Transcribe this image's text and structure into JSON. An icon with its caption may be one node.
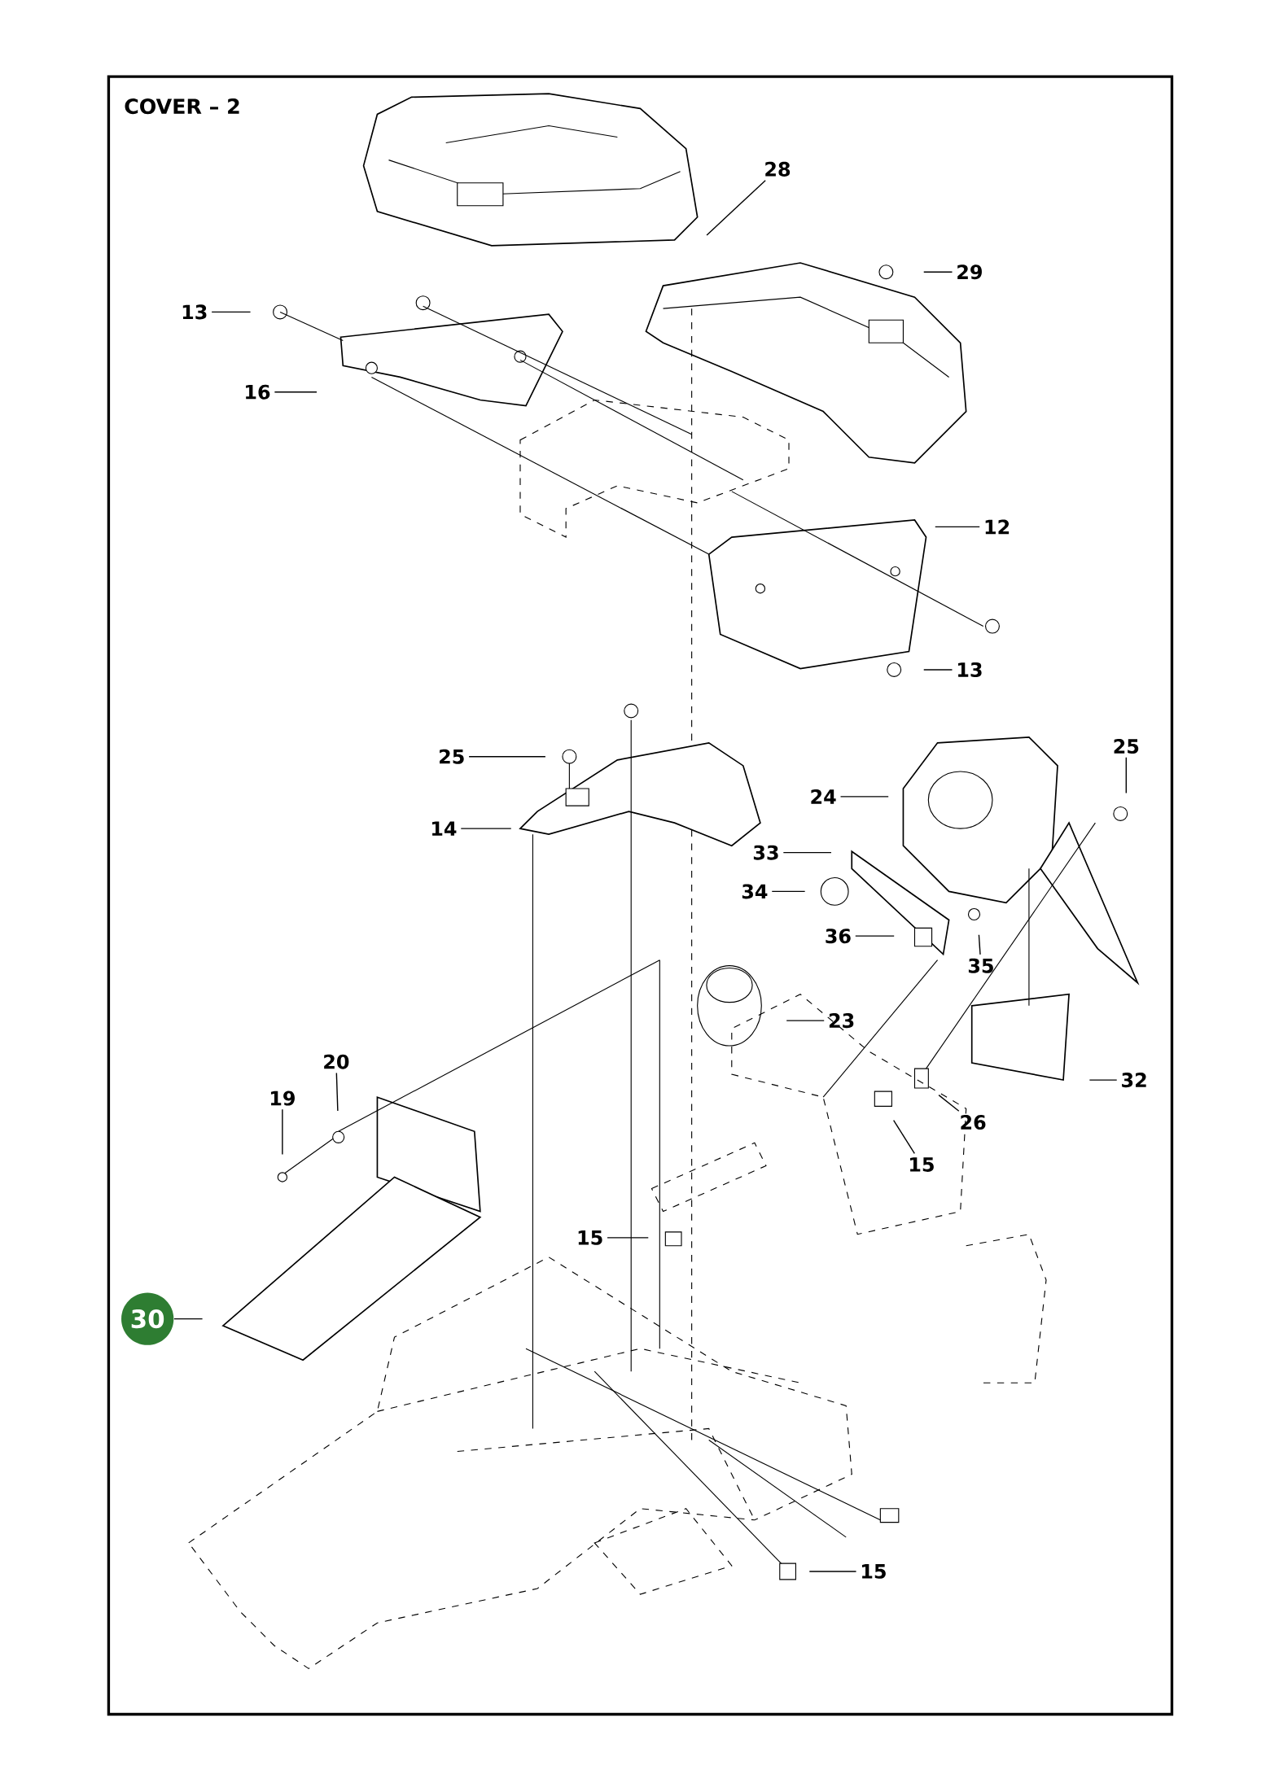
{
  "diagram": {
    "title": "COVER – 2",
    "nodes": [
      {
        "text": [
          "28"
        ]
      },
      {
        "text": [
          "29"
        ]
      },
      {
        "text": [
          "13"
        ]
      },
      {
        "text": [
          "16"
        ]
      },
      {
        "text": [
          "12"
        ]
      },
      {
        "text": [
          "13"
        ]
      },
      {
        "text": [
          "25"
        ]
      },
      {
        "text": [
          "25"
        ]
      },
      {
        "text": [
          "24"
        ]
      },
      {
        "text": [
          "14"
        ]
      },
      {
        "text": [
          "33"
        ]
      },
      {
        "text": [
          "34"
        ]
      },
      {
        "text": [
          "36"
        ]
      },
      {
        "text": [
          "35"
        ]
      },
      {
        "text": [
          "23"
        ]
      },
      {
        "text": [
          "20"
        ]
      },
      {
        "text": [
          "32"
        ]
      },
      {
        "text": [
          "19"
        ]
      },
      {
        "text": [
          "26"
        ]
      },
      {
        "text": [
          "15"
        ]
      },
      {
        "text": [
          "15"
        ]
      },
      {
        "text": [
          "30"
        ]
      },
      {
        "text": [
          "15"
        ]
      }
    ],
    "edges": [
      {
        "from": 0,
        "to": null,
        "arrow": "none"
      },
      {
        "from": 1,
        "to": null,
        "arrow": "none"
      },
      {
        "from": 2,
        "to": null,
        "arrow": "none"
      },
      {
        "from": 3,
        "to": null,
        "arrow": "none"
      },
      {
        "from": 4,
        "to": null,
        "arrow": "none"
      },
      {
        "from": 5,
        "to": null,
        "arrow": "none"
      },
      {
        "from": 6,
        "to": null,
        "arrow": "none"
      },
      {
        "from": 7,
        "to": null,
        "arrow": "none"
      },
      {
        "from": 8,
        "to": null,
        "arrow": "none"
      },
      {
        "from": 9,
        "to": null,
        "arrow": "none"
      },
      {
        "from": 10,
        "to": null,
        "arrow": "none"
      },
      {
        "from": 11,
        "to": null,
        "arrow": "none"
      },
      {
        "from": 12,
        "to": null,
        "arrow": "none"
      },
      {
        "from": 13,
        "to": null,
        "arrow": "none"
      },
      {
        "from": 14,
        "to": null,
        "arrow": "none"
      },
      {
        "from": 15,
        "to": null,
        "arrow": "none"
      },
      {
        "from": 16,
        "to": null,
        "arrow": "none"
      },
      {
        "from": 17,
        "to": null,
        "arrow": "none"
      },
      {
        "from": 18,
        "to": null,
        "arrow": "none"
      },
      {
        "from": 19,
        "to": null,
        "arrow": "none"
      },
      {
        "from": 20,
        "to": null,
        "arrow": "none"
      },
      {
        "from": 21,
        "to": null,
        "arrow": "none"
      },
      {
        "from": 22,
        "to": null,
        "arrow": "none"
      }
    ]
  }
}
